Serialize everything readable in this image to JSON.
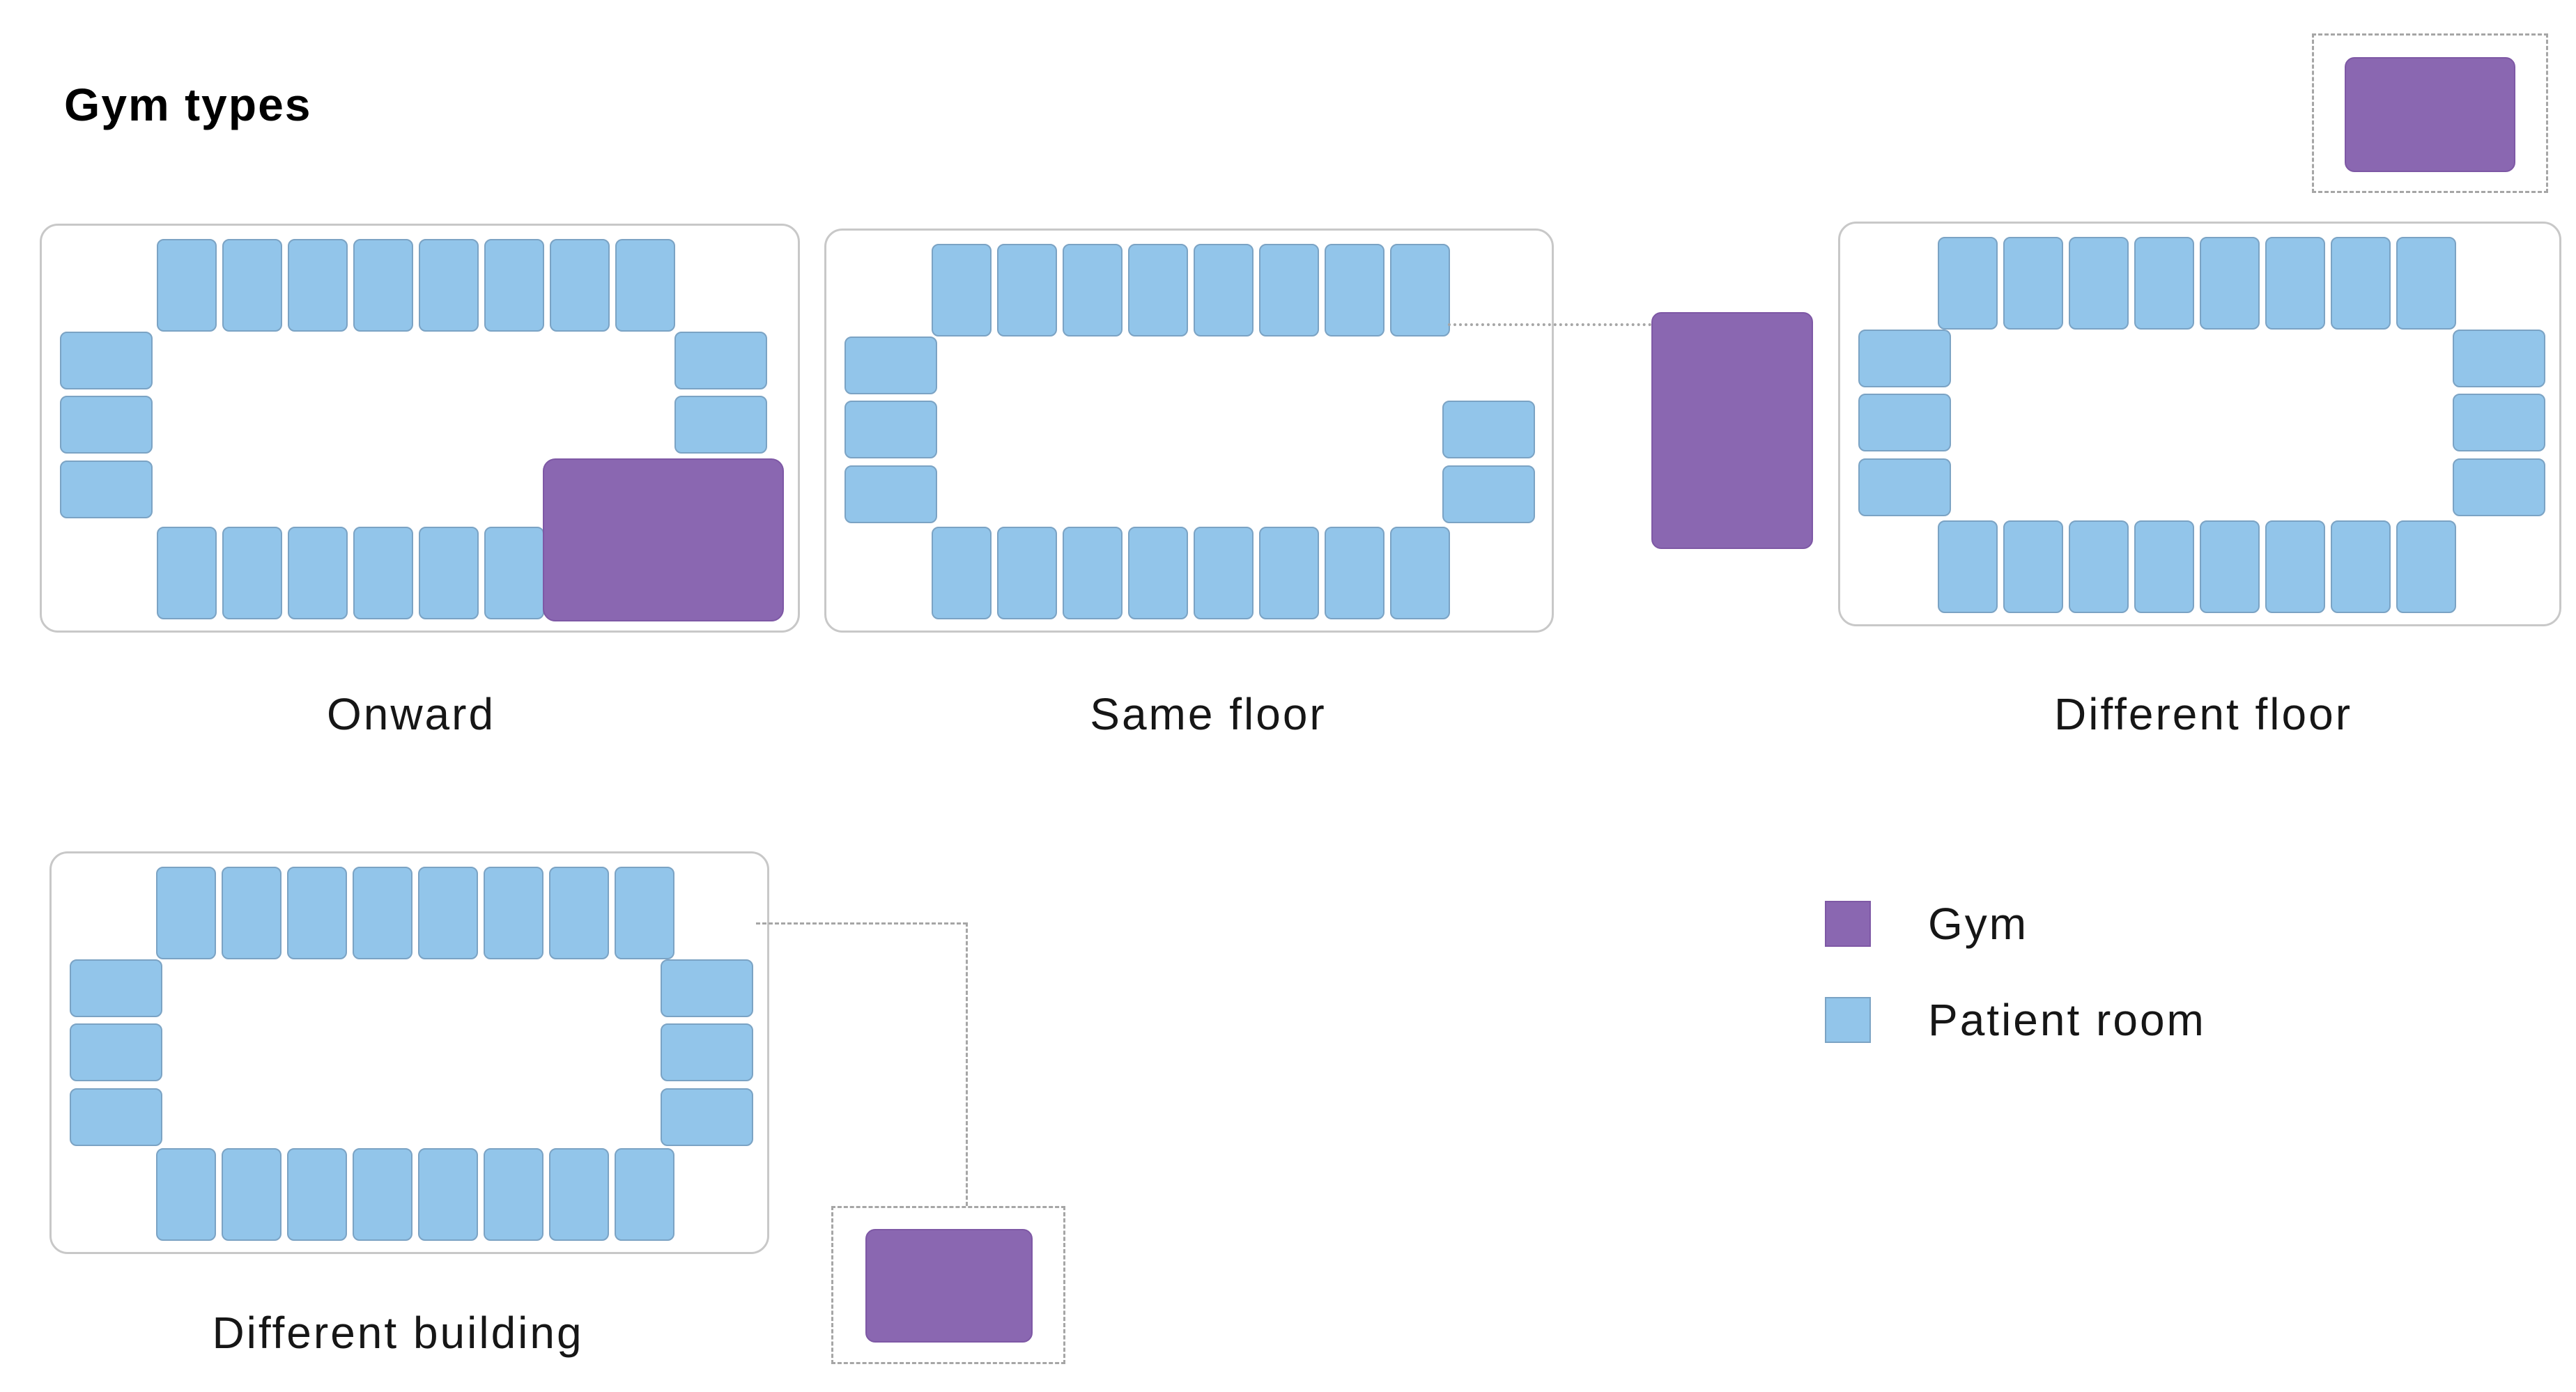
{
  "title": "Gym types",
  "colors": {
    "gym": "#8a67b1",
    "gym_border": "#7e58a5",
    "room": "#92c5ea",
    "room_border": "#7ba3c4",
    "ward_border": "#c8c8c8",
    "connector": "#a6a6a6"
  },
  "legend": {
    "items": [
      {
        "label": "Gym",
        "color_key": "gym"
      },
      {
        "label": "Patient room",
        "color_key": "room"
      }
    ]
  },
  "wards": [
    {
      "id": "onward",
      "label": "Onward",
      "top_rooms": 8,
      "bottom_rooms": 6,
      "left_rows": [
        1,
        2,
        3
      ],
      "right_rows": [
        1,
        2
      ],
      "gym_location": "inside ward, bottom-right"
    },
    {
      "id": "same-floor",
      "label": "Same floor",
      "top_rooms": 8,
      "bottom_rooms": 8,
      "left_rows": [
        1,
        2,
        3
      ],
      "right_rows": [
        2,
        3
      ],
      "gym_location": "outside ward on same floor, dotted link"
    },
    {
      "id": "different-floor",
      "label": "Different floor",
      "top_rooms": 8,
      "bottom_rooms": 8,
      "left_rows": [
        1,
        2,
        3
      ],
      "right_rows": [
        1,
        2,
        3
      ],
      "gym_location": "separate dashed outline, top-right of page"
    },
    {
      "id": "different-building",
      "label": "Different building",
      "top_rooms": 8,
      "bottom_rooms": 8,
      "left_rows": [
        1,
        2,
        3
      ],
      "right_rows": [
        1,
        2,
        3
      ],
      "gym_location": "separate dashed outline below, dashed elbow link"
    }
  ]
}
